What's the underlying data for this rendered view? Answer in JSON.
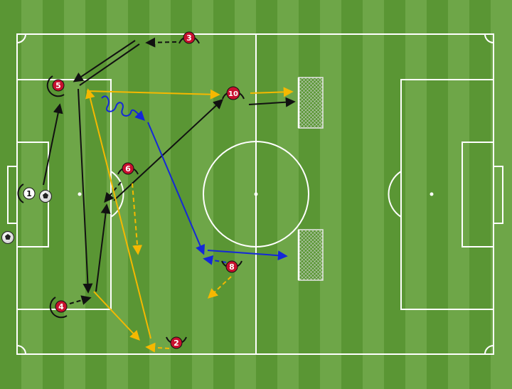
{
  "players": [
    {
      "id": "p1",
      "number": "1",
      "fill": "#ffffff",
      "text": "#111111"
    },
    {
      "id": "p2",
      "number": "2",
      "fill": "#c8102e",
      "text": "#ffffff"
    },
    {
      "id": "p3",
      "number": "3",
      "fill": "#c8102e",
      "text": "#ffffff"
    },
    {
      "id": "p4",
      "number": "4",
      "fill": "#c8102e",
      "text": "#ffffff"
    },
    {
      "id": "p5",
      "number": "5",
      "fill": "#c8102e",
      "text": "#ffffff"
    },
    {
      "id": "p6",
      "number": "6",
      "fill": "#c8102e",
      "text": "#ffffff"
    },
    {
      "id": "p8",
      "number": "8",
      "fill": "#c8102e",
      "text": "#ffffff"
    },
    {
      "id": "p10",
      "number": "10",
      "fill": "#c8102e",
      "text": "#ffffff"
    }
  ],
  "colors": {
    "grass_dark": "#5a9634",
    "grass_light": "#6ea648",
    "lines": "#ffffff",
    "pass_black": "#111111",
    "pass_yellow": "#f5b800",
    "dribble_blue": "#1428d8",
    "player_red": "#c8102e"
  }
}
